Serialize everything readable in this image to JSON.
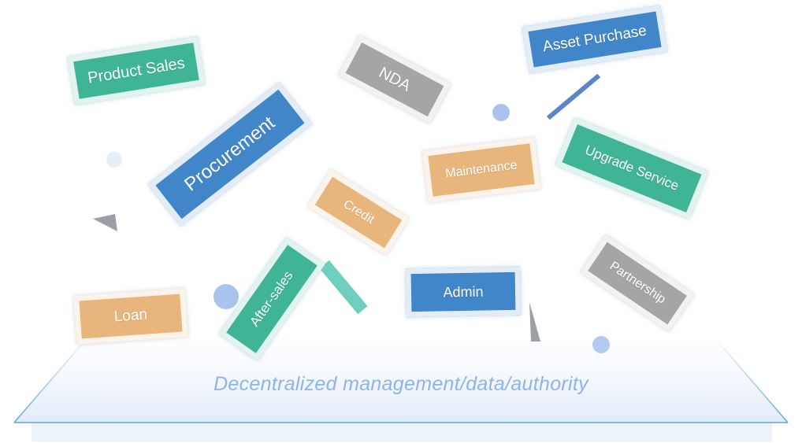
{
  "caption": "Decentralized management/data/authority",
  "colors": {
    "green": "#3fb595",
    "blue": "#4286ca",
    "gray": "#a5a5a5",
    "orange": "#e8b67c",
    "caption": "#8fb3ea",
    "platform_edge": "#5aa9d6"
  },
  "tags": {
    "product_sales": "Product Sales",
    "procurement": "Procurement",
    "nda": "NDA",
    "asset_purchase": "Asset Purchase",
    "maintenance": "Maintenance",
    "upgrade_service": "Upgrade Service",
    "credit": "Credit",
    "after_sales": "After-sales",
    "admin": "Admin",
    "partnership": "Partnership",
    "loan": "Loan"
  }
}
